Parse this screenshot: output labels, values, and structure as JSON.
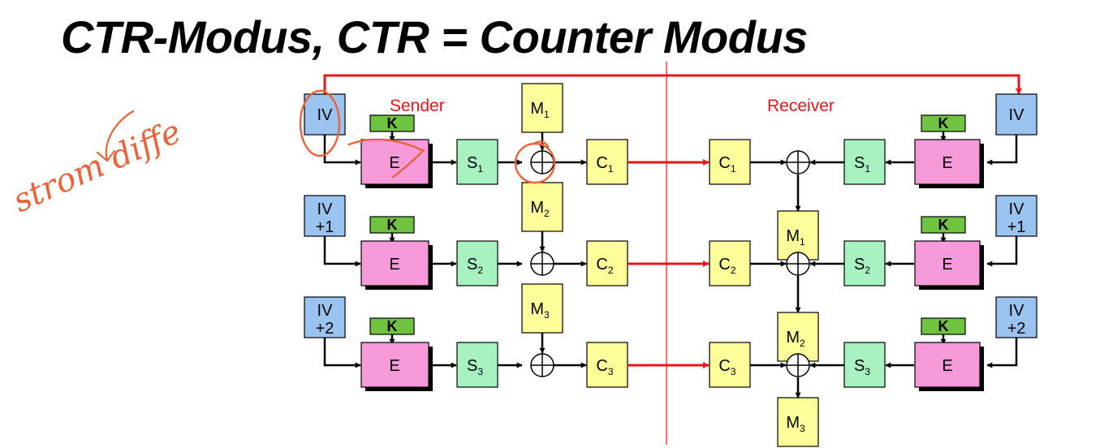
{
  "title": "CTR-Modus, CTR = Counter Modus",
  "labels": {
    "sender": "Sender",
    "receiver": "Receiver",
    "encrypt": "E",
    "key": "K",
    "iv_rows": [
      [
        "IV"
      ],
      [
        "IV",
        "+1"
      ],
      [
        "IV",
        "+2"
      ]
    ],
    "stream_base": "S",
    "message_base": "M",
    "cipher_base": "C",
    "indices": [
      "1",
      "2",
      "3"
    ]
  },
  "annotation": {
    "text": "strom diffe"
  },
  "colors": {
    "iv": "#9ac3f0",
    "encrypt": "#f79ad9",
    "stream": "#a8f2c1",
    "message": "#fdfd99",
    "key": "#6fc341",
    "red": "#e8151b",
    "ink": "#e8633a"
  }
}
